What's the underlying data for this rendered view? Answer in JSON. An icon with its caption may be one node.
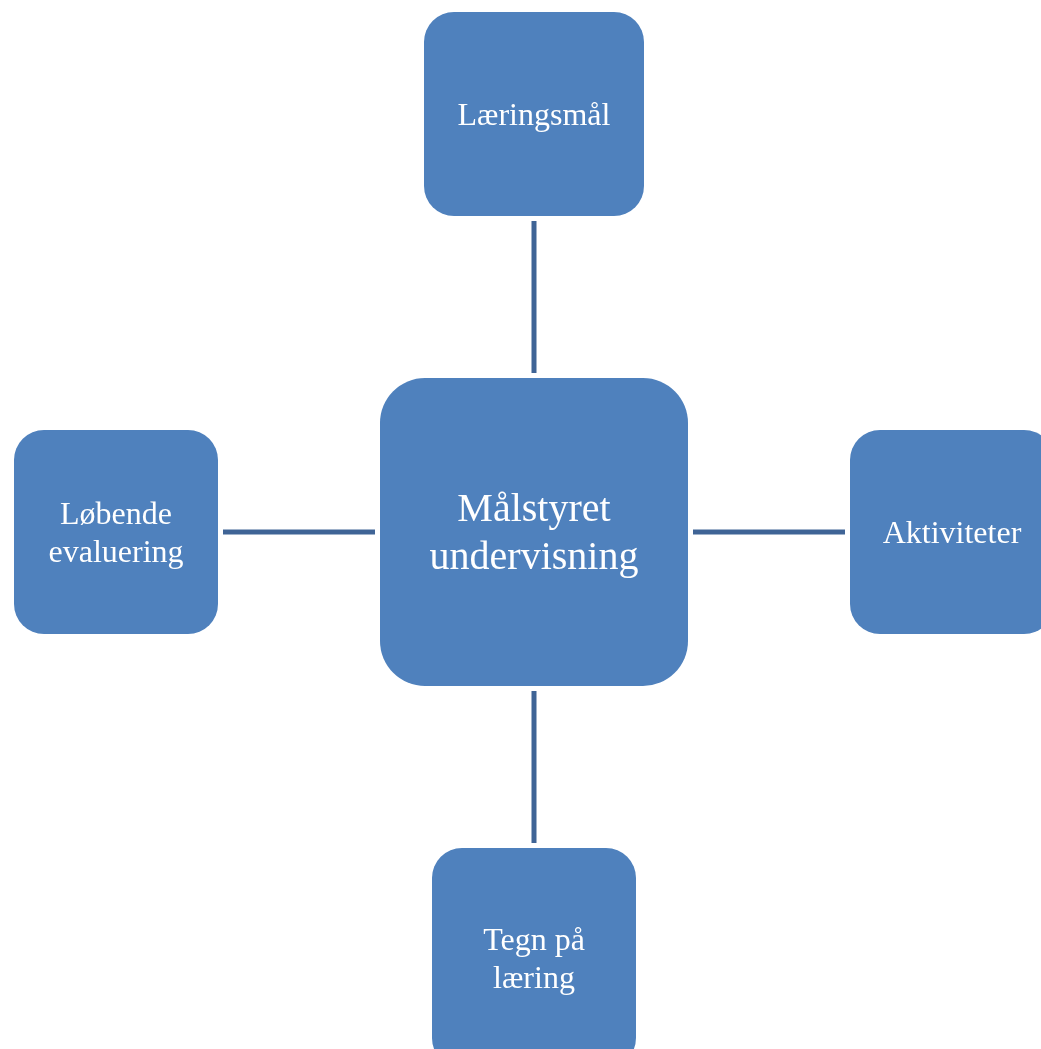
{
  "diagram": {
    "nodes": [
      {
        "text": [
          "Læringsmål"
        ]
      },
      {
        "text": [
          "Løbende evaluering"
        ]
      },
      {
        "text": [
          "Målstyret undervisning"
        ]
      },
      {
        "text": [
          "Aktiviteter"
        ]
      },
      {
        "text": [
          "Tegn på læring"
        ]
      }
    ],
    "edges": [
      {
        "from": 2,
        "to": 0,
        "arrow": "none"
      },
      {
        "from": 2,
        "to": 1,
        "arrow": "none"
      },
      {
        "from": 2,
        "to": 3,
        "arrow": "none"
      },
      {
        "from": 2,
        "to": 4,
        "arrow": "none"
      }
    ]
  }
}
